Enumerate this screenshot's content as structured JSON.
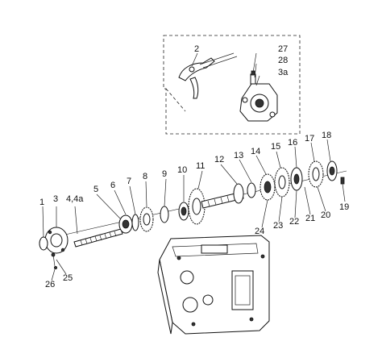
{
  "callouts": {
    "c1": "1",
    "c2": "2",
    "c3": "3",
    "c3a": "3a",
    "c4": "4,4a",
    "c5": "5",
    "c6": "6",
    "c7": "7",
    "c8": "8",
    "c9": "9",
    "c10": "10",
    "c11": "11",
    "c12": "12",
    "c13": "13",
    "c14": "14",
    "c15": "15",
    "c16": "16",
    "c17": "17",
    "c18": "18",
    "c19": "19",
    "c20": "20",
    "c21": "21",
    "c22": "22",
    "c23": "23",
    "c24": "24",
    "c25": "25",
    "c26": "26",
    "c27": "27",
    "c28": "28"
  }
}
